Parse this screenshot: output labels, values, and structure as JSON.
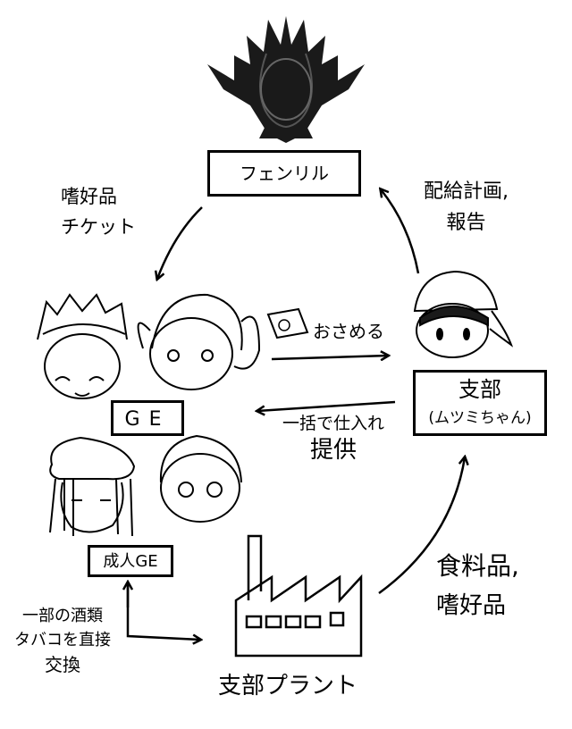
{
  "nodes": {
    "fenrir": "フェンリル",
    "ge": "GE",
    "adult_ge": "成人GE",
    "branch_line1": "支部",
    "branch_line2": "(ムツミちゃん)",
    "plant": "支部プラント"
  },
  "edges": {
    "fenrir_to_ge_line1": "嗜好品",
    "fenrir_to_ge_line2": "チケット",
    "branch_to_fenrir_line1": "配給計画,",
    "branch_to_fenrir_line2": "報告",
    "ge_to_branch": "おさめる",
    "branch_to_ge_line1": "一括で仕入れ",
    "branch_to_ge_line2": "提供",
    "plant_to_branch_line1": "食料品,",
    "plant_to_branch_line2": "嗜好品",
    "adult_ge_plant_line1": "一部の酒類",
    "adult_ge_plant_line2": "タバコを直接",
    "adult_ge_plant_line3": "交換"
  },
  "icons": [
    "fenrir-emblem-icon",
    "money-bill-icon",
    "factory-icon"
  ]
}
